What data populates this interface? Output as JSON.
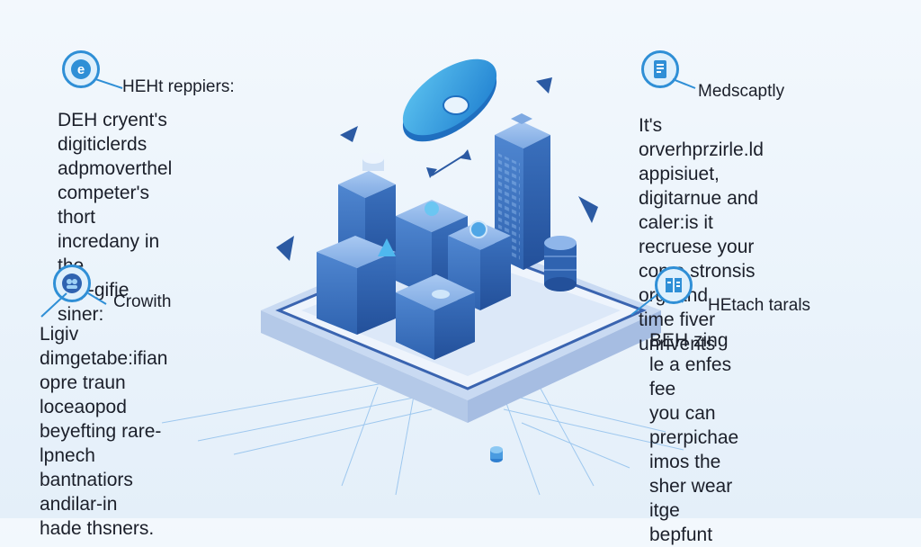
{
  "callouts": {
    "top_left": {
      "title": "HEHt reppiers:",
      "body": "DEH cryent's digiticlerds\nadpmoverthel competer's\nthort incredany in the\nbey-gifie siner:",
      "icon": "browser-e-icon"
    },
    "top_right": {
      "title": "Medscaptly",
      "body": "It's orverhprzirle.ld\nappisiuet, digitarnue and\ncaler:is it recruese your\ncome stronsis orgirand\ntime fiver unrivents",
      "icon": "tablet-document-icon"
    },
    "mid_left": {
      "title": "Crowith",
      "body": "Ligiv dimgetabe:ifian\nopre traun loceaopod\nbeyefting rare-lpnech\nbantnatiors andilar-in\nhade thsners.",
      "icon": "team-growth-icon"
    },
    "mid_right": {
      "title": "HEtach tarals",
      "body": "BEH zing le a enfes fee\nyou can prerpichae\nimos the sher wear\nitge bepfunt",
      "icon": "book-document-icon"
    }
  },
  "colors": {
    "accent": "#2f8fd6",
    "building": "#3e78c4",
    "building_dark": "#2b5aa3",
    "building_light": "#8fb6ea",
    "platform": "#d9e6f7"
  }
}
